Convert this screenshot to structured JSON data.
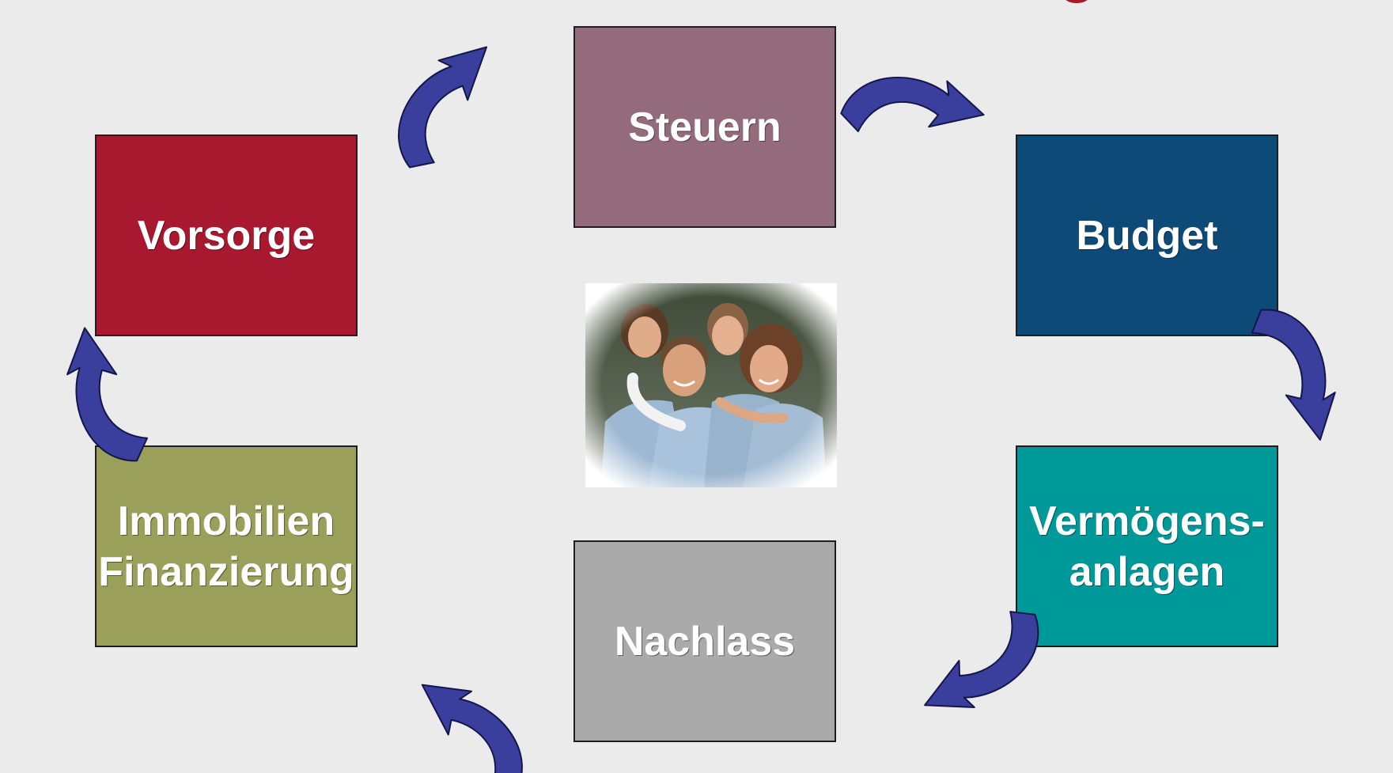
{
  "diagram": {
    "boxes": [
      {
        "id": "steuern",
        "label": "Steuern",
        "color": "#946b7a"
      },
      {
        "id": "budget",
        "label": "Budget",
        "color": "#0e4a78"
      },
      {
        "id": "vermoegen",
        "label": "Vermögens-\nanlagen",
        "color": "#00999a"
      },
      {
        "id": "nachlass",
        "label": "Nachlass",
        "color": "#aaaaaa"
      },
      {
        "id": "immo",
        "label": "Immobilien\nFinanzierung",
        "color": "#9aa05a"
      },
      {
        "id": "vorsorge",
        "label": "Vorsorge",
        "color": "#a8182f"
      }
    ],
    "arrow_color": "#3a3f9e",
    "arrow_outline": "#14164a",
    "accent_color": "#a51a2f",
    "background": "#ebebeb",
    "center_image": "family-photo"
  }
}
